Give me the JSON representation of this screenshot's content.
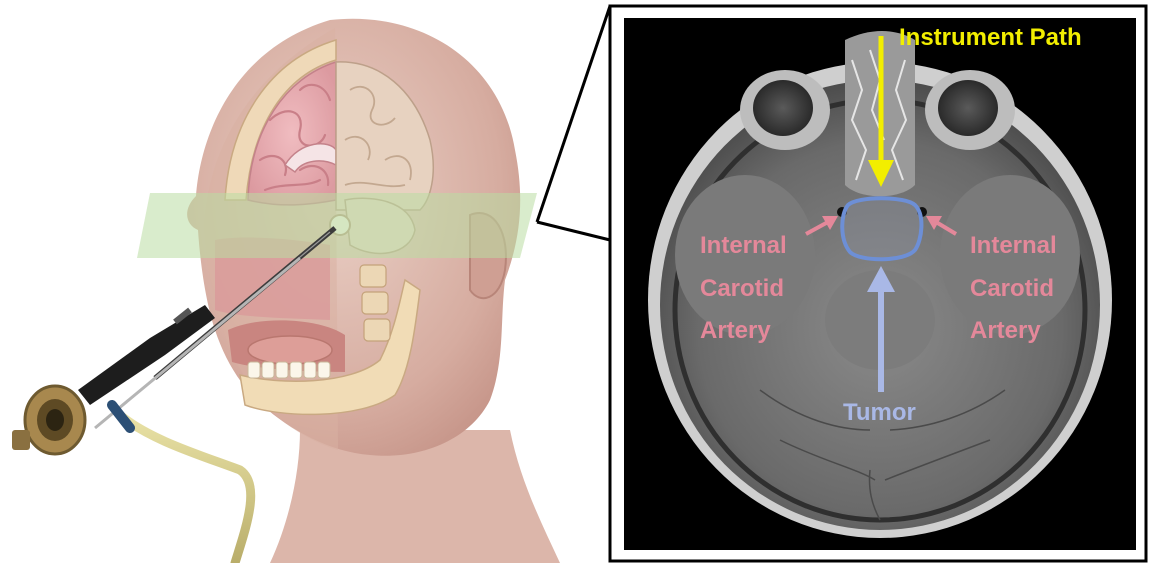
{
  "labels": {
    "instrument_path": "Instrument Path",
    "ica_left": [
      "Internal",
      "Carotid",
      "Artery"
    ],
    "ica_right": [
      "Internal",
      "Carotid",
      "Artery"
    ],
    "tumor": "Tumor"
  },
  "colors": {
    "instrument_path": "#f2ee00",
    "ica": "#e4889a",
    "tumor": "#a9b8e6",
    "tumor_outline": "#6d8fd6",
    "mri_background": "#000000",
    "frame": "#000000",
    "axial_plane": "#b9dca2"
  }
}
